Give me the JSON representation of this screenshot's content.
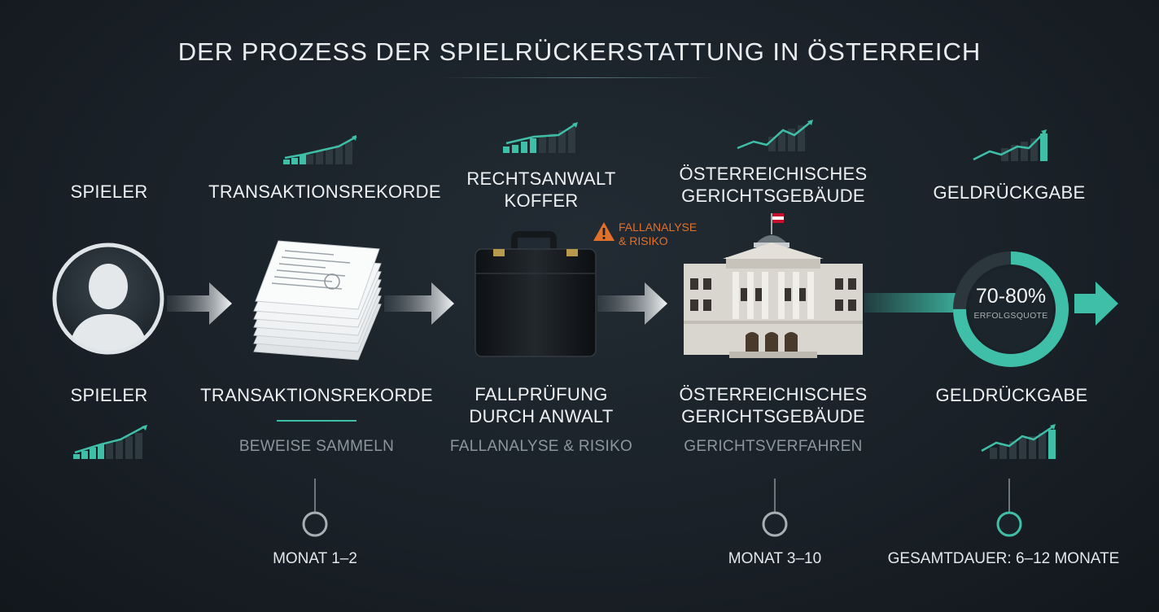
{
  "title": "DER PROZESS DER SPIELRÜCKERSTATTUNG IN ÖSTERREICH",
  "top_labels": {
    "player": "SPIELER",
    "records": "TRANSAKTIONSREKORDE",
    "lawyer_line1": "RECHTSANWALT",
    "lawyer_line2": "KOFFER",
    "court_line1": "ÖSTERREICHISCHES",
    "court_line2": "GERICHTSGEBÄUDE",
    "refund": "GELDRÜCKGABE"
  },
  "bottom_labels": {
    "player": "SPIELER",
    "records": "TRANSAKTIONSREKORDE",
    "lawyer_line1": "FALLPRÜFUNG",
    "lawyer_line2": "DURCH ANWALT",
    "court_line1": "ÖSTERREICHISCHES",
    "court_line2": "GERICHTSGEBÄUDE",
    "refund": "GELDRÜCKGABE"
  },
  "subtitles": {
    "records": "BEWEISE SAMMELN",
    "lawyer": "FALLANALYSE & RISIKO",
    "court": "GERICHTSVERFAHREN"
  },
  "warning": {
    "line1": "FALLANALYSE",
    "line2": "& RISIKO"
  },
  "success_ring": {
    "value": "70-80%",
    "caption": "ERFOLGSQUOTE",
    "fill_fraction": 0.75
  },
  "timeline": {
    "milestone1": "MONAT 1–2",
    "milestone2": "MONAT 3–10",
    "total": "GESAMTDAUER: 6–12 MONATE"
  },
  "colors": {
    "accent": "#3fbfa8",
    "warning": "#e0702a",
    "background": "#1a2128"
  },
  "icons": [
    "person-icon",
    "document-stack-icon",
    "briefcase-icon",
    "warning-icon",
    "courthouse-icon",
    "austria-flag-icon",
    "success-ring-icon",
    "growth-chart-icon"
  ]
}
